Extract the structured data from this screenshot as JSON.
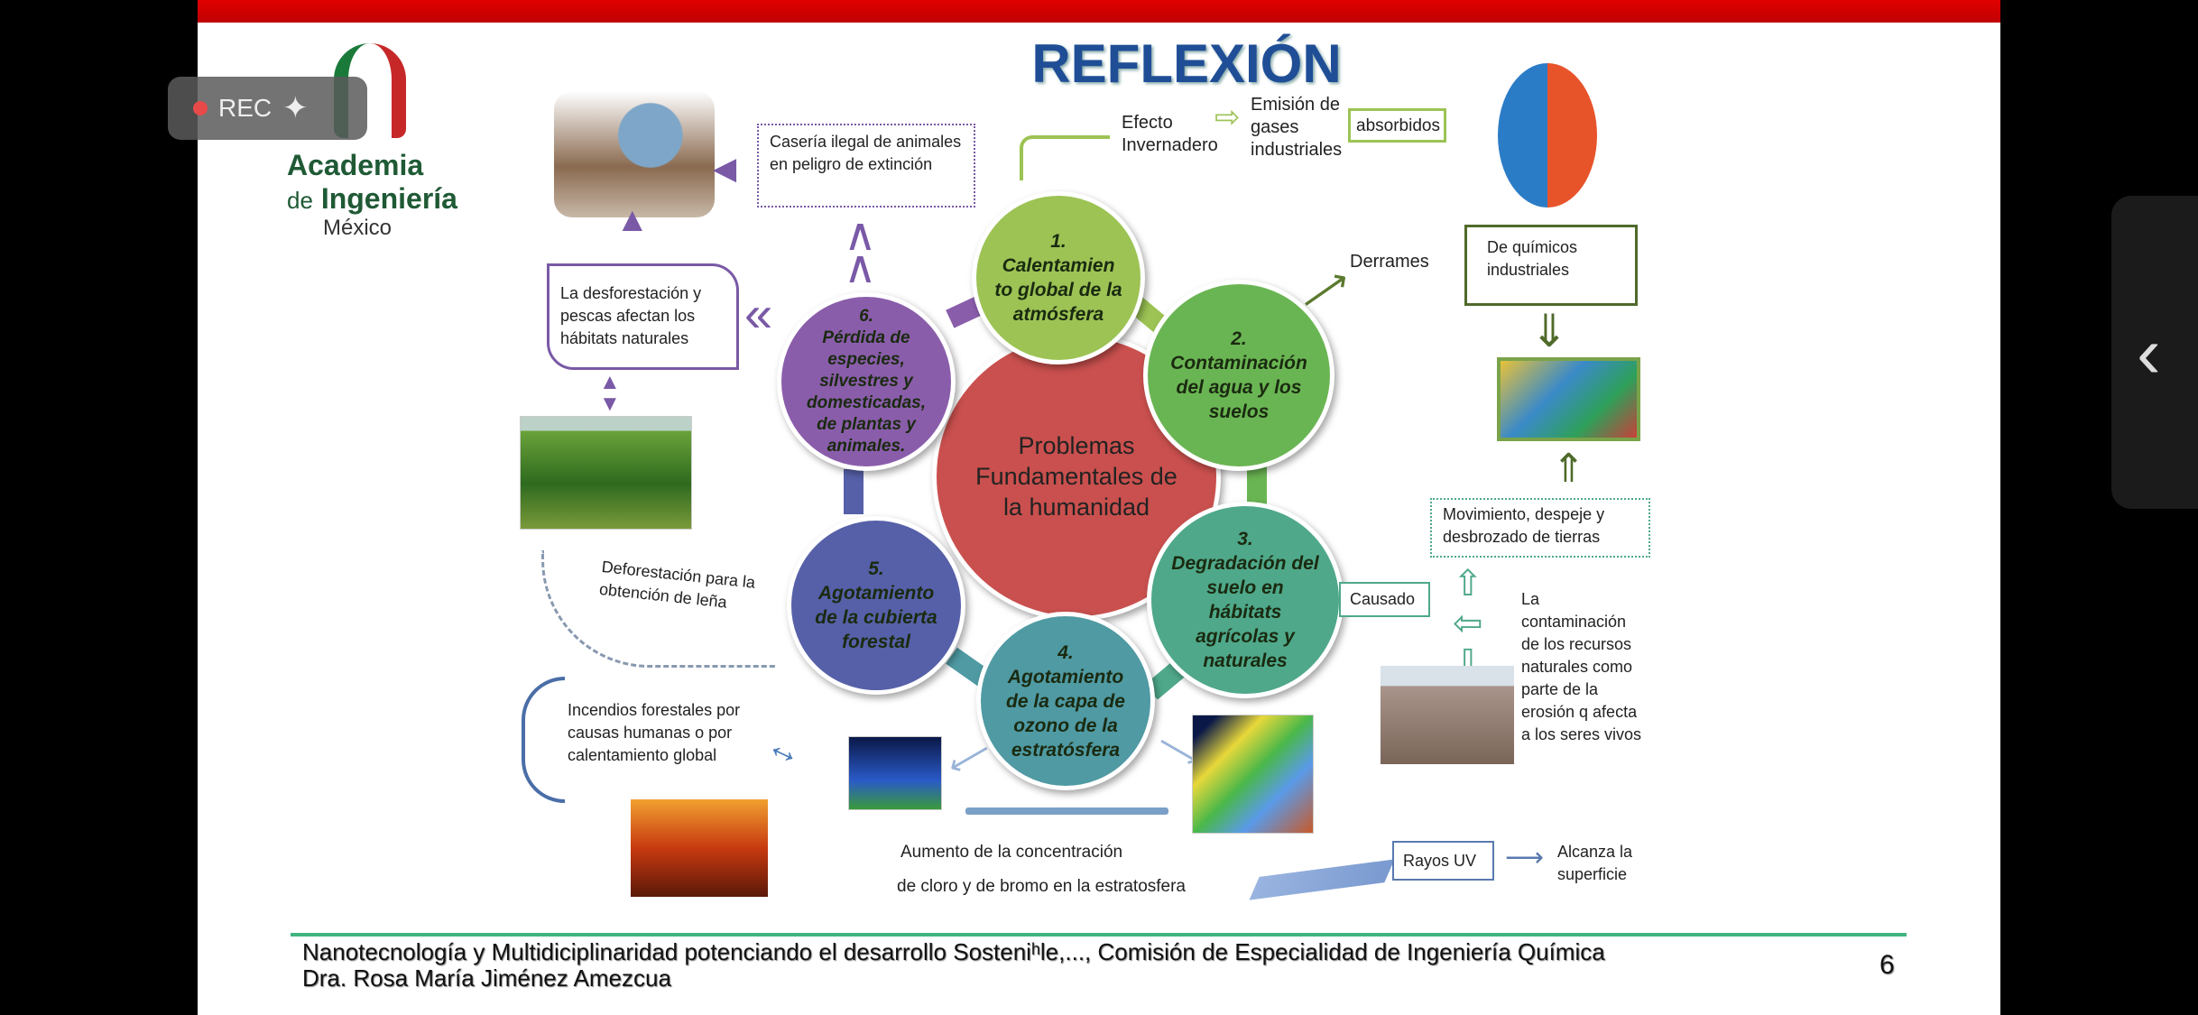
{
  "slide": {
    "title": "REFLEXIÓN",
    "logo": {
      "line1": "Academia",
      "line2_prefix": "de",
      "line2": "Ingeniería",
      "line3": "México"
    },
    "center": "Problemas Fundamentales de la humanidad",
    "problems": [
      {
        "num": "1.",
        "text": "Calentamien to global de la atmósfera"
      },
      {
        "num": "2.",
        "text": "Contaminación del agua y los suelos"
      },
      {
        "num": "3.",
        "text": "Degradación del suelo en hábitats agrícolas y naturales"
      },
      {
        "num": "4.",
        "text": "Agotamiento de la capa de ozono de la estratósfera"
      },
      {
        "num": "5.",
        "text": "Agotamiento de la cubierta forestal"
      },
      {
        "num": "6.",
        "text": "Pérdida de especies, silvestres y domesticadas, de plantas y animales."
      }
    ],
    "notes": {
      "caseria": "Casería ilegal de animales en peligro de extinción",
      "efecto": "Efecto Invernadero",
      "emision": "Emisión de gases industriales",
      "absorbidos": "absorbidos",
      "derrames": "Derrames",
      "quimicos": "De químicos industriales",
      "movimiento": "Movimiento, despeje y desbrozado de tierras",
      "causado": "Causado",
      "contaminacion": "La contaminación de los recursos naturales como parte de la erosión q afecta a los seres vivos",
      "rayos": "Rayos UV",
      "alcanza": "Alcanza la superficie",
      "aumento1": "Aumento de la concentración",
      "aumento2": "de cloro y de bromo en la estratosfera",
      "incendios": "Incendios forestales por causas humanas o por calentamiento global",
      "lena": "Deforestación para la obtención de leña",
      "desforestacion": "La desforestación y pescas afectan los hábitats naturales"
    },
    "footer": {
      "line1": "Nanotecnología y Multidiciplinaridad potenciando el desarrollo Sosteniʰle,..., Comisión de Especialidad de Ingeniería Química",
      "line2": "Dra. Rosa María Jiménez Amezcua",
      "page": "6"
    }
  },
  "overlay": {
    "rec_label": "REC",
    "back_icon": "chevron-left-icon"
  },
  "colors": {
    "red_bar": "#e00000",
    "title": "#1f4e96",
    "c1": "#9cc354",
    "c2": "#6ab553",
    "c3": "#4fa88a",
    "c4": "#4f9aa3",
    "c5": "#5660a8",
    "c6": "#8a5dab",
    "center": "#c9504e"
  }
}
